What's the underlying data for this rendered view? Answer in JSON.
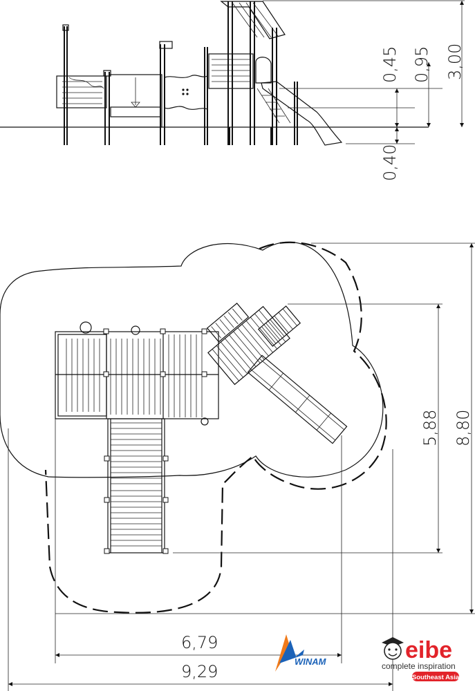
{
  "elevation_dims": {
    "d045": "0,45",
    "d095": "0,95",
    "d300": "3,00",
    "d040": "0,40"
  },
  "plan_dims": {
    "d588": "5,88",
    "d880": "8,80",
    "d679": "6,79",
    "d929": "9,29"
  },
  "brand": {
    "winam": "WINAM",
    "eibe": "eibe",
    "tagline": "complete inspiration",
    "region": "Southeast Asia",
    "colors": {
      "winam_blue": "#1b62b8",
      "winam_orange": "#f07a1a",
      "eibe_red": "#e2232a"
    }
  }
}
